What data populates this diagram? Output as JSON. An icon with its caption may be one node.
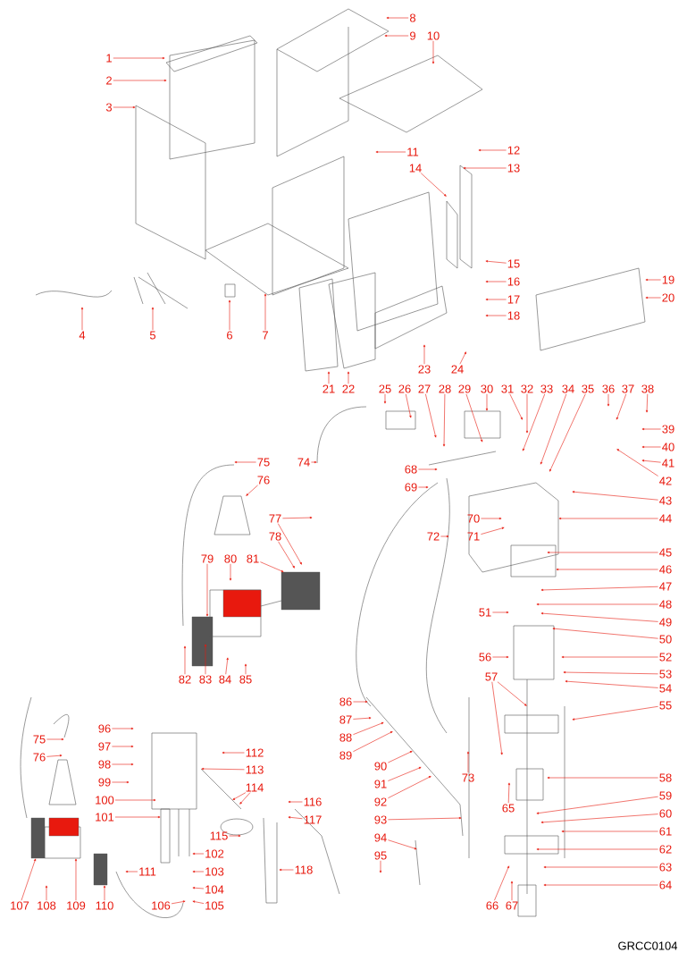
{
  "diagram": {
    "nodes": [
      {
        "text": [
          "1"
        ]
      },
      {
        "text": [
          "2"
        ]
      },
      {
        "text": [
          "3"
        ]
      },
      {
        "text": [
          "4"
        ]
      },
      {
        "text": [
          "5"
        ]
      },
      {
        "text": [
          "6"
        ]
      },
      {
        "text": [
          "7"
        ]
      },
      {
        "text": [
          "8"
        ]
      },
      {
        "text": [
          "9"
        ]
      },
      {
        "text": [
          "10"
        ]
      },
      {
        "text": [
          "11"
        ]
      },
      {
        "text": [
          "12"
        ]
      },
      {
        "text": [
          "13"
        ]
      },
      {
        "text": [
          "14"
        ]
      },
      {
        "text": [
          "15"
        ]
      },
      {
        "text": [
          "16"
        ]
      },
      {
        "text": [
          "17"
        ]
      },
      {
        "text": [
          "18"
        ]
      },
      {
        "text": [
          "19"
        ]
      },
      {
        "text": [
          "20"
        ]
      },
      {
        "text": [
          "21"
        ]
      },
      {
        "text": [
          "22"
        ]
      },
      {
        "text": [
          "23"
        ]
      },
      {
        "text": [
          "24"
        ]
      },
      {
        "text": [
          "25"
        ]
      },
      {
        "text": [
          "26"
        ]
      },
      {
        "text": [
          "27"
        ]
      },
      {
        "text": [
          "28"
        ]
      },
      {
        "text": [
          "29"
        ]
      },
      {
        "text": [
          "30"
        ]
      },
      {
        "text": [
          "31"
        ]
      },
      {
        "text": [
          "32"
        ]
      },
      {
        "text": [
          "33"
        ]
      },
      {
        "text": [
          "34"
        ]
      },
      {
        "text": [
          "35"
        ]
      },
      {
        "text": [
          "36"
        ]
      },
      {
        "text": [
          "37"
        ]
      },
      {
        "text": [
          "38"
        ]
      },
      {
        "text": [
          "39"
        ]
      },
      {
        "text": [
          "40"
        ]
      },
      {
        "text": [
          "41"
        ]
      },
      {
        "text": [
          "42"
        ]
      },
      {
        "text": [
          "43"
        ]
      },
      {
        "text": [
          "44"
        ]
      },
      {
        "text": [
          "45"
        ]
      },
      {
        "text": [
          "46"
        ]
      },
      {
        "text": [
          "47"
        ]
      },
      {
        "text": [
          "48"
        ]
      },
      {
        "text": [
          "49"
        ]
      },
      {
        "text": [
          "50"
        ]
      },
      {
        "text": [
          "51"
        ]
      },
      {
        "text": [
          "52"
        ]
      },
      {
        "text": [
          "53"
        ]
      },
      {
        "text": [
          "54"
        ]
      },
      {
        "text": [
          "55"
        ]
      },
      {
        "text": [
          "56"
        ]
      },
      {
        "text": [
          "57"
        ]
      },
      {
        "text": [
          "58"
        ]
      },
      {
        "text": [
          "59"
        ]
      },
      {
        "text": [
          "60"
        ]
      },
      {
        "text": [
          "61"
        ]
      },
      {
        "text": [
          "62"
        ]
      },
      {
        "text": [
          "63"
        ]
      },
      {
        "text": [
          "64"
        ]
      },
      {
        "text": [
          "65"
        ]
      },
      {
        "text": [
          "66"
        ]
      },
      {
        "text": [
          "67"
        ]
      },
      {
        "text": [
          "68"
        ]
      },
      {
        "text": [
          "69"
        ]
      },
      {
        "text": [
          "70"
        ]
      },
      {
        "text": [
          "71"
        ]
      },
      {
        "text": [
          "72"
        ]
      },
      {
        "text": [
          "73"
        ]
      },
      {
        "text": [
          "74"
        ]
      },
      {
        "text": [
          "75"
        ]
      },
      {
        "text": [
          "76"
        ]
      },
      {
        "text": [
          "77"
        ]
      },
      {
        "text": [
          "78"
        ]
      },
      {
        "text": [
          "79"
        ]
      },
      {
        "text": [
          "80"
        ]
      },
      {
        "text": [
          "81"
        ]
      },
      {
        "text": [
          "82"
        ]
      },
      {
        "text": [
          "83"
        ]
      },
      {
        "text": [
          "84"
        ]
      },
      {
        "text": [
          "85"
        ]
      },
      {
        "text": [
          "86"
        ]
      },
      {
        "text": [
          "87"
        ]
      },
      {
        "text": [
          "88"
        ]
      },
      {
        "text": [
          "89"
        ]
      },
      {
        "text": [
          "90"
        ]
      },
      {
        "text": [
          "91"
        ]
      },
      {
        "text": [
          "92"
        ]
      },
      {
        "text": [
          "93"
        ]
      },
      {
        "text": [
          "94"
        ]
      },
      {
        "text": [
          "95"
        ]
      },
      {
        "text": [
          "96"
        ]
      },
      {
        "text": [
          "97"
        ]
      },
      {
        "text": [
          "98"
        ]
      },
      {
        "text": [
          "99"
        ]
      },
      {
        "text": [
          "100"
        ]
      },
      {
        "text": [
          "101"
        ]
      },
      {
        "text": [
          "102"
        ]
      },
      {
        "text": [
          "103"
        ]
      },
      {
        "text": [
          "104"
        ]
      },
      {
        "text": [
          "105"
        ]
      },
      {
        "text": [
          "106"
        ]
      },
      {
        "text": [
          "107"
        ]
      },
      {
        "text": [
          "108"
        ]
      },
      {
        "text": [
          "109"
        ]
      },
      {
        "text": [
          "110"
        ]
      },
      {
        "text": [
          "111"
        ]
      },
      {
        "text": [
          "112"
        ]
      },
      {
        "text": [
          "113"
        ]
      },
      {
        "text": [
          "114"
        ]
      },
      {
        "text": [
          "115"
        ]
      },
      {
        "text": [
          "116"
        ]
      },
      {
        "text": [
          "117"
        ]
      },
      {
        "text": [
          "118"
        ]
      },
      {
        "text": [
          "75"
        ]
      },
      {
        "text": [
          "76"
        ]
      }
    ],
    "edges": [
      {
        "from": 0,
        "to": null,
        "arrow": "to"
      },
      {
        "from": 1,
        "to": null,
        "arrow": "to"
      },
      {
        "from": 2,
        "to": null,
        "arrow": "to"
      },
      {
        "from": 3,
        "to": null,
        "arrow": "to"
      },
      {
        "from": 4,
        "to": null,
        "arrow": "to"
      },
      {
        "from": 5,
        "to": null,
        "arrow": "to"
      },
      {
        "from": 6,
        "to": null,
        "arrow": "to"
      },
      {
        "from": 7,
        "to": null,
        "arrow": "to"
      },
      {
        "from": 8,
        "to": null,
        "arrow": "to"
      },
      {
        "from": 9,
        "to": null,
        "arrow": "to"
      },
      {
        "from": 10,
        "to": null,
        "arrow": "to"
      },
      {
        "from": 11,
        "to": null,
        "arrow": "to"
      },
      {
        "from": 12,
        "to": null,
        "arrow": "to"
      },
      {
        "from": 13,
        "to": null,
        "arrow": "to"
      },
      {
        "from": 14,
        "to": null,
        "arrow": "to"
      },
      {
        "from": 15,
        "to": null,
        "arrow": "to"
      },
      {
        "from": 16,
        "to": null,
        "arrow": "to"
      },
      {
        "from": 17,
        "to": null,
        "arrow": "to"
      },
      {
        "from": 18,
        "to": null,
        "arrow": "to"
      },
      {
        "from": 19,
        "to": null,
        "arrow": "to"
      },
      {
        "from": 20,
        "to": null,
        "arrow": "to"
      },
      {
        "from": 21,
        "to": null,
        "arrow": "to"
      },
      {
        "from": 22,
        "to": null,
        "arrow": "to"
      },
      {
        "from": 23,
        "to": null,
        "arrow": "to"
      },
      {
        "from": 24,
        "to": null,
        "arrow": "to"
      },
      {
        "from": 25,
        "to": null,
        "arrow": "to"
      },
      {
        "from": 26,
        "to": null,
        "arrow": "to"
      },
      {
        "from": 27,
        "to": null,
        "arrow": "to"
      },
      {
        "from": 28,
        "to": null,
        "arrow": "to"
      },
      {
        "from": 29,
        "to": null,
        "arrow": "to"
      },
      {
        "from": 30,
        "to": null,
        "arrow": "to"
      },
      {
        "from": 31,
        "to": null,
        "arrow": "to"
      },
      {
        "from": 32,
        "to": null,
        "arrow": "to"
      },
      {
        "from": 33,
        "to": null,
        "arrow": "to"
      },
      {
        "from": 34,
        "to": null,
        "arrow": "to"
      },
      {
        "from": 35,
        "to": null,
        "arrow": "to"
      },
      {
        "from": 36,
        "to": null,
        "arrow": "to"
      },
      {
        "from": 37,
        "to": null,
        "arrow": "to"
      },
      {
        "from": 38,
        "to": null,
        "arrow": "to"
      },
      {
        "from": 39,
        "to": null,
        "arrow": "to"
      },
      {
        "from": 40,
        "to": null,
        "arrow": "to"
      },
      {
        "from": 41,
        "to": null,
        "arrow": "to"
      },
      {
        "from": 42,
        "to": null,
        "arrow": "to"
      },
      {
        "from": 43,
        "to": null,
        "arrow": "to"
      },
      {
        "from": 44,
        "to": null,
        "arrow": "to"
      },
      {
        "from": 45,
        "to": null,
        "arrow": "to"
      },
      {
        "from": 46,
        "to": null,
        "arrow": "to"
      },
      {
        "from": 47,
        "to": null,
        "arrow": "to"
      },
      {
        "from": 48,
        "to": null,
        "arrow": "to"
      },
      {
        "from": 49,
        "to": null,
        "arrow": "to"
      },
      {
        "from": 50,
        "to": null,
        "arrow": "to"
      },
      {
        "from": 51,
        "to": null,
        "arrow": "to"
      },
      {
        "from": 52,
        "to": null,
        "arrow": "to"
      },
      {
        "from": 53,
        "to": null,
        "arrow": "to"
      },
      {
        "from": 54,
        "to": null,
        "arrow": "to"
      },
      {
        "from": 55,
        "to": null,
        "arrow": "to"
      },
      {
        "from": 56,
        "to": null,
        "arrow": "to"
      },
      {
        "from": 57,
        "to": null,
        "arrow": "to"
      },
      {
        "from": 58,
        "to": null,
        "arrow": "to"
      },
      {
        "from": 59,
        "to": null,
        "arrow": "to"
      },
      {
        "from": 60,
        "to": null,
        "arrow": "to"
      },
      {
        "from": 61,
        "to": null,
        "arrow": "to"
      },
      {
        "from": 62,
        "to": null,
        "arrow": "to"
      },
      {
        "from": 63,
        "to": null,
        "arrow": "to"
      },
      {
        "from": 64,
        "to": null,
        "arrow": "to"
      },
      {
        "from": 65,
        "to": null,
        "arrow": "to"
      },
      {
        "from": 66,
        "to": null,
        "arrow": "to"
      },
      {
        "from": 67,
        "to": null,
        "arrow": "to"
      },
      {
        "from": 68,
        "to": null,
        "arrow": "to"
      },
      {
        "from": 69,
        "to": null,
        "arrow": "to"
      },
      {
        "from": 70,
        "to": null,
        "arrow": "to"
      },
      {
        "from": 71,
        "to": null,
        "arrow": "to"
      },
      {
        "from": 72,
        "to": null,
        "arrow": "to"
      },
      {
        "from": 73,
        "to": null,
        "arrow": "to"
      },
      {
        "from": 74,
        "to": null,
        "arrow": "to"
      },
      {
        "from": 75,
        "to": null,
        "arrow": "to"
      },
      {
        "from": 76,
        "to": null,
        "arrow": "to"
      },
      {
        "from": 77,
        "to": null,
        "arrow": "to"
      },
      {
        "from": 78,
        "to": null,
        "arrow": "to"
      },
      {
        "from": 79,
        "to": null,
        "arrow": "to"
      },
      {
        "from": 80,
        "to": null,
        "arrow": "to"
      },
      {
        "from": 81,
        "to": null,
        "arrow": "to"
      },
      {
        "from": 82,
        "to": null,
        "arrow": "to"
      },
      {
        "from": 83,
        "to": null,
        "arrow": "to"
      },
      {
        "from": 84,
        "to": null,
        "arrow": "to"
      },
      {
        "from": 85,
        "to": null,
        "arrow": "to"
      },
      {
        "from": 86,
        "to": null,
        "arrow": "to"
      },
      {
        "from": 87,
        "to": null,
        "arrow": "to"
      },
      {
        "from": 88,
        "to": null,
        "arrow": "to"
      },
      {
        "from": 89,
        "to": null,
        "arrow": "to"
      },
      {
        "from": 90,
        "to": null,
        "arrow": "to"
      },
      {
        "from": 91,
        "to": null,
        "arrow": "to"
      },
      {
        "from": 92,
        "to": null,
        "arrow": "to"
      },
      {
        "from": 93,
        "to": null,
        "arrow": "to"
      },
      {
        "from": 94,
        "to": null,
        "arrow": "to"
      },
      {
        "from": 95,
        "to": null,
        "arrow": "to"
      },
      {
        "from": 96,
        "to": null,
        "arrow": "to"
      },
      {
        "from": 97,
        "to": null,
        "arrow": "to"
      },
      {
        "from": 98,
        "to": null,
        "arrow": "to"
      },
      {
        "from": 99,
        "to": null,
        "arrow": "to"
      },
      {
        "from": 100,
        "to": null,
        "arrow": "to"
      },
      {
        "from": 101,
        "to": null,
        "arrow": "to"
      },
      {
        "from": 102,
        "to": null,
        "arrow": "to"
      },
      {
        "from": 103,
        "to": null,
        "arrow": "to"
      },
      {
        "from": 104,
        "to": null,
        "arrow": "to"
      },
      {
        "from": 105,
        "to": null,
        "arrow": "to"
      },
      {
        "from": 106,
        "to": null,
        "arrow": "to"
      },
      {
        "from": 107,
        "to": null,
        "arrow": "to"
      },
      {
        "from": 108,
        "to": null,
        "arrow": "to"
      },
      {
        "from": 109,
        "to": null,
        "arrow": "to"
      },
      {
        "from": 110,
        "to": null,
        "arrow": "to"
      },
      {
        "from": 111,
        "to": null,
        "arrow": "to"
      },
      {
        "from": 112,
        "to": null,
        "arrow": "to"
      },
      {
        "from": 113,
        "to": null,
        "arrow": "to"
      },
      {
        "from": 114,
        "to": null,
        "arrow": "to"
      },
      {
        "from": 115,
        "to": null,
        "arrow": "to"
      },
      {
        "from": 116,
        "to": null,
        "arrow": "to"
      },
      {
        "from": 117,
        "to": null,
        "arrow": "to"
      },
      {
        "from": 118,
        "to": null,
        "arrow": "to"
      },
      {
        "from": 119,
        "to": null,
        "arrow": "to"
      },
      {
        "from": 56,
        "to": null,
        "arrow": "to"
      },
      {
        "from": 76,
        "to": null,
        "arrow": "to"
      },
      {
        "from": 113,
        "to": null,
        "arrow": "to"
      }
    ],
    "labels": [
      "GRCC0104"
    ]
  }
}
